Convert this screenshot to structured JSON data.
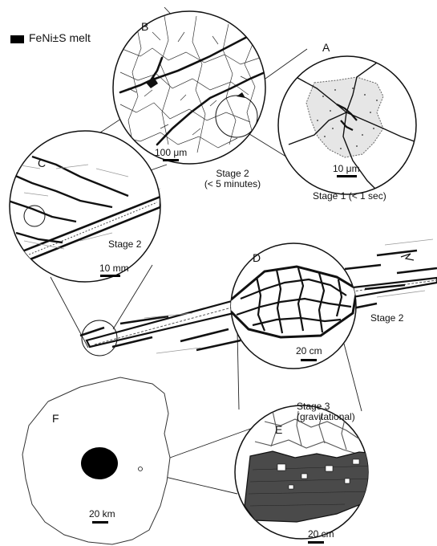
{
  "legend": {
    "melt_label": "FeNi±S melt"
  },
  "panels": {
    "A": {
      "letter": "A",
      "scale": "10 μm",
      "stage": "Stage 1 (< 1 sec)"
    },
    "B": {
      "letter": "B",
      "scale": "100 μm",
      "stage_line1": "Stage 2",
      "stage_line2": "(< 5 minutes)"
    },
    "C": {
      "letter": "C",
      "scale": "10 mm",
      "stage": "Stage 2"
    },
    "D": {
      "letter": "D",
      "scale": "20 cm",
      "stage": "Stage 2"
    },
    "E": {
      "letter": "E",
      "scale": "20 cm",
      "stage_line1": "Stage 3",
      "stage_line2": "(gravitational)"
    },
    "F": {
      "letter": "F",
      "scale": "20 km"
    }
  },
  "colors": {
    "ink": "#111111",
    "melt": "#000000",
    "host_rock": "#e6e6e6",
    "pooled_melt": "#4a4a4a"
  }
}
